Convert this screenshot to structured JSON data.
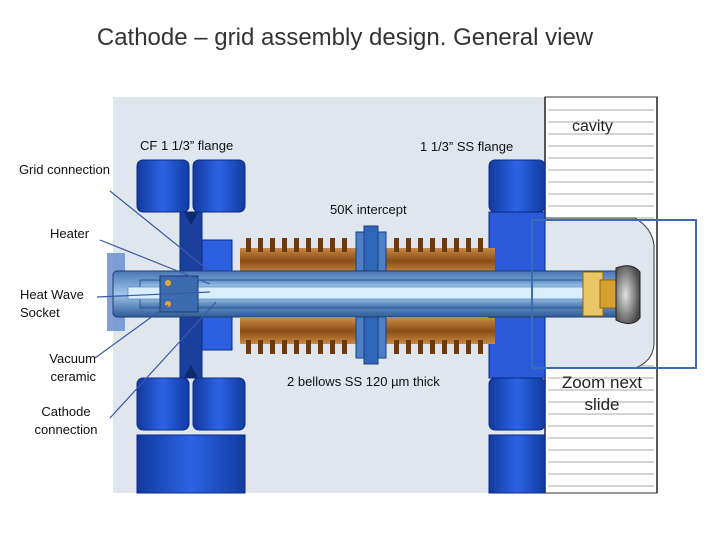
{
  "title": "Cathode – grid assembly design. General view",
  "labels": {
    "cf_flange": "CF 1 1/3” flange",
    "ss_flange": "1 1/3” SS flange",
    "cavity": "cavity",
    "grid_connection": "Grid connection",
    "intercept_50k": "50K intercept",
    "heater": "Heater",
    "heat_wave_socket": "Heat Wave Socket",
    "vacuum_ceramic": "Vacuum ceramic",
    "bellows": "2 bellows SS 120 µm thick",
    "cathode_connection": "Cathode connection",
    "zoom_next_slide": "Zoom next slide"
  },
  "colors": {
    "flange_blue": "#1f4fd8",
    "flange_dark": "#0a2b8a",
    "bellows_brown": "#9a5a1c",
    "tube_light": "#a9d4f5",
    "background_panel": "#dfe6ee",
    "zoom_box": "#3b6bb5"
  }
}
